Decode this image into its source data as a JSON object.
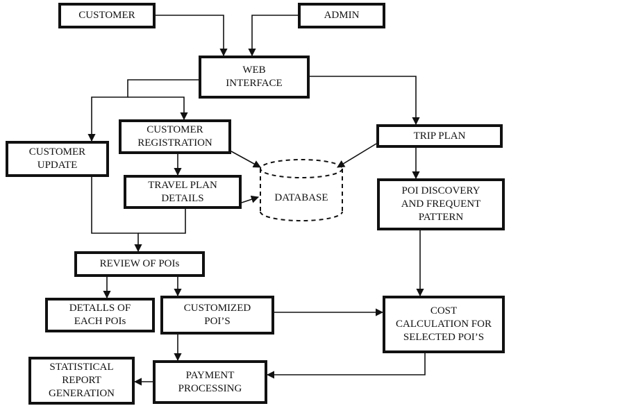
{
  "diagram": {
    "type": "flowchart",
    "nodes": [
      {
        "id": "customer",
        "label": "CUSTOMER"
      },
      {
        "id": "admin",
        "label": "ADMIN"
      },
      {
        "id": "web_interface",
        "label": "WEB\nINTERFACE"
      },
      {
        "id": "customer_update",
        "label": "CUSTOMER\nUPDATE"
      },
      {
        "id": "customer_registration",
        "label": "CUSTOMER\nREGISTRATION"
      },
      {
        "id": "travel_plan_details",
        "label": "TRAVEL PLAN\nDETAILS"
      },
      {
        "id": "database",
        "label": "DATABASE",
        "shape": "cylinder",
        "style": "dashed"
      },
      {
        "id": "trip_plan",
        "label": "TRIP PLAN"
      },
      {
        "id": "poi_discovery",
        "label": "POI DISCOVERY\nAND FREQUENT\nPATTERN"
      },
      {
        "id": "review_of_pois",
        "label": "REVIEW OF POIs"
      },
      {
        "id": "details_each_poi",
        "label": "DETALLS OF\nEACH POIs"
      },
      {
        "id": "customized_pois",
        "label": "CUSTOMIZED\nPOI’S"
      },
      {
        "id": "cost_calculation",
        "label": "COST\nCALCULATION FOR\nSELECTED POI’S"
      },
      {
        "id": "payment_processing",
        "label": "PAYMENT\nPROCESSING"
      },
      {
        "id": "statistical_report",
        "label": "STATISTICAL\nREPORT\nGENERATION"
      }
    ],
    "edges": [
      {
        "from": "customer",
        "to": "web_interface"
      },
      {
        "from": "admin",
        "to": "web_interface"
      },
      {
        "from": "web_interface",
        "to": "customer_update"
      },
      {
        "from": "web_interface",
        "to": "customer_registration"
      },
      {
        "from": "web_interface",
        "to": "trip_plan"
      },
      {
        "from": "customer_registration",
        "to": "travel_plan_details"
      },
      {
        "from": "customer_registration",
        "to": "database"
      },
      {
        "from": "travel_plan_details",
        "to": "database"
      },
      {
        "from": "trip_plan",
        "to": "database"
      },
      {
        "from": "trip_plan",
        "to": "poi_discovery"
      },
      {
        "from": "customer_update",
        "to": "review_of_pois"
      },
      {
        "from": "travel_plan_details",
        "to": "review_of_pois"
      },
      {
        "from": "review_of_pois",
        "to": "details_each_poi"
      },
      {
        "from": "review_of_pois",
        "to": "customized_pois"
      },
      {
        "from": "poi_discovery",
        "to": "cost_calculation"
      },
      {
        "from": "customized_pois",
        "to": "cost_calculation"
      },
      {
        "from": "customized_pois",
        "to": "payment_processing"
      },
      {
        "from": "cost_calculation",
        "to": "payment_processing"
      },
      {
        "from": "payment_processing",
        "to": "statistical_report"
      }
    ]
  }
}
